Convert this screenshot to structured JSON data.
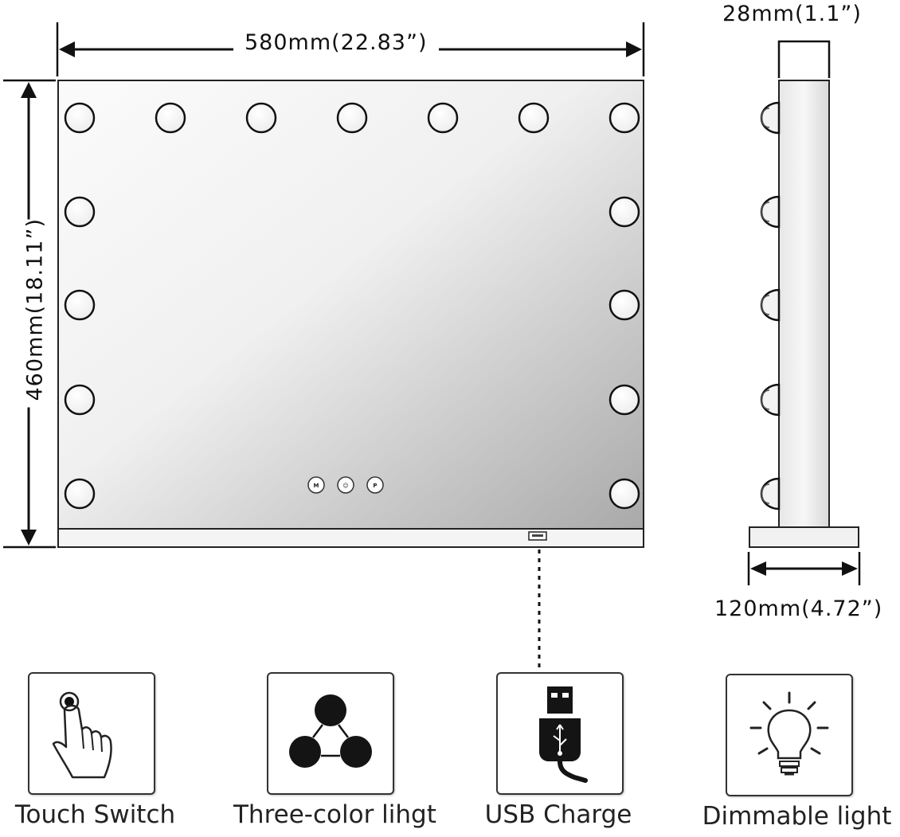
{
  "dimensions": {
    "width_label": "580mm(22.83”)",
    "height_label": "460mm(18.11”)",
    "depth_label": "28mm(1.1”)",
    "base_label": "120mm(4.72”)"
  },
  "touch_buttons": [
    "M",
    "☺",
    "P"
  ],
  "features": [
    {
      "icon": "touch-finger-icon",
      "label": "Touch Switch"
    },
    {
      "icon": "three-dots-icon",
      "label": "Three-color lihgt"
    },
    {
      "icon": "usb-plug-icon",
      "label": "USB Charge"
    },
    {
      "icon": "light-bulb-icon",
      "label": "Dimmable light"
    }
  ],
  "colors": {
    "line": "#111111",
    "mirror_light": "#f8f8f8",
    "mirror_dark": "#b4b4b4"
  }
}
